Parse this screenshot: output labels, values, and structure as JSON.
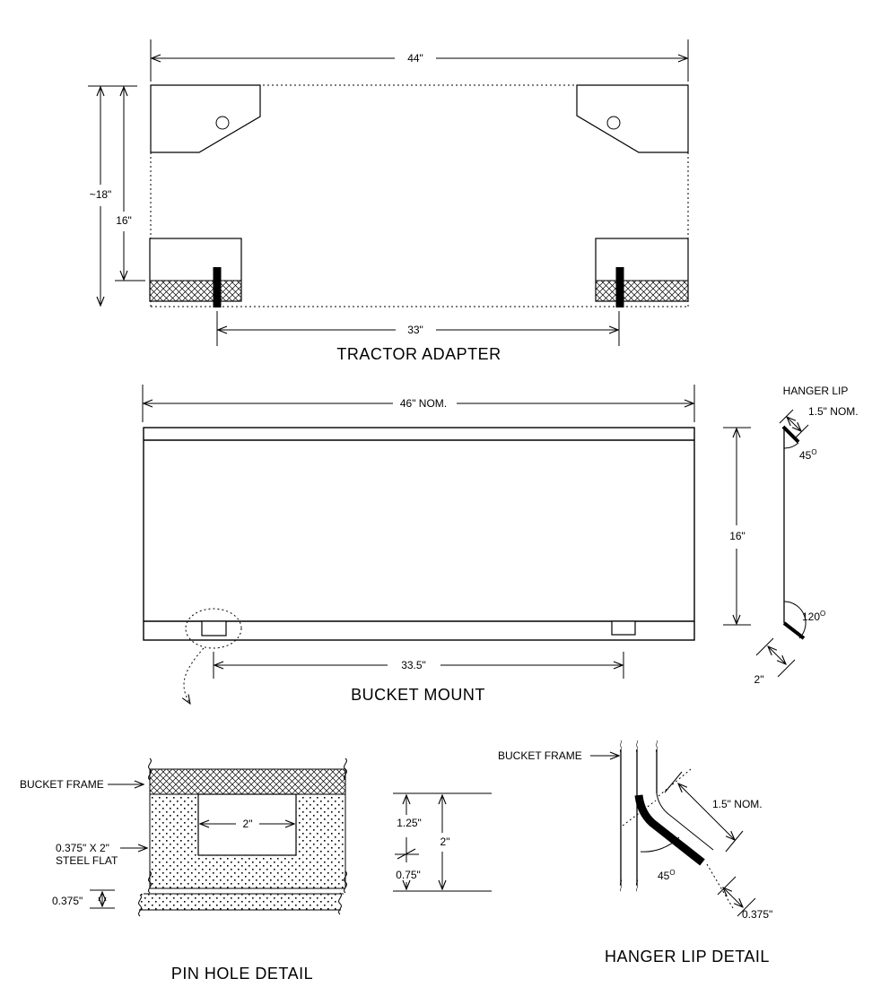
{
  "page": {
    "background": "#ffffff",
    "line_color": "#000000"
  },
  "tractor_adapter": {
    "title": "TRACTOR ADAPTER",
    "dim_width": "44\"",
    "dim_overall_height": "~18\"",
    "dim_height": "16\"",
    "dim_pin_spacing": "33\""
  },
  "bucket_mount": {
    "title": "BUCKET MOUNT",
    "dim_width": "46\" NOM.",
    "dim_height": "16\"",
    "dim_hole_spacing": "33.5\""
  },
  "hanger_lip_profile": {
    "label": "HANGER LIP",
    "dim_lip": "1.5\" NOM.",
    "angle_top": "45",
    "angle_bottom": "120",
    "deg": "O",
    "dim_bottom": "2\""
  },
  "pin_hole_detail": {
    "title": "PIN HOLE DETAIL",
    "label_bucket_frame": "BUCKET FRAME",
    "label_steel_flat_line1": "0.375\" X 2\"",
    "label_steel_flat_line2": "STEEL FLAT",
    "dim_bottom_thickness": "0.375\"",
    "dim_hole_width": "2\"",
    "dim_upper": "1.25\"",
    "dim_lower": "0.75\"",
    "dim_total": "2\""
  },
  "hanger_lip_detail": {
    "title": "HANGER LIP DETAIL",
    "label_bucket_frame": "BUCKET FRAME",
    "dim_lip": "1.5\" NOM.",
    "angle": "45",
    "deg": "O",
    "dim_thickness": "0.375\""
  }
}
